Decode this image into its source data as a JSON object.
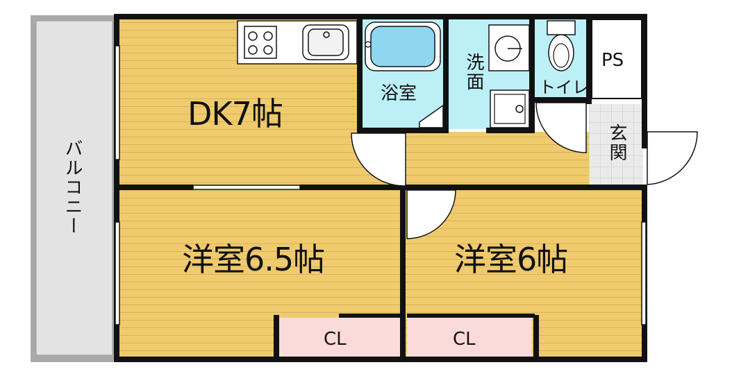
{
  "rooms": {
    "dk": "DK7帖",
    "western_1": "洋室6.5帖",
    "western_2": "洋室6帖",
    "bath": "浴室",
    "washroom": "洗面",
    "toilet": "トイレ",
    "ps": "PS",
    "entrance": "玄関",
    "balcony": "バルコニー",
    "closet_1": "CL",
    "closet_2": "CL"
  },
  "colors": {
    "floor_wood": "#EFCB6E",
    "wet_area": "#BDEFF7",
    "closet": "#FBDADA",
    "balcony": "#E3E3E3",
    "entrance_tile": "#EAEAEA",
    "wall": "#111111"
  },
  "icons": [
    "stove-icon",
    "sink-icon",
    "bathtub-icon",
    "washbasin-icon",
    "washing-machine-pan-icon",
    "toilet-icon"
  ]
}
